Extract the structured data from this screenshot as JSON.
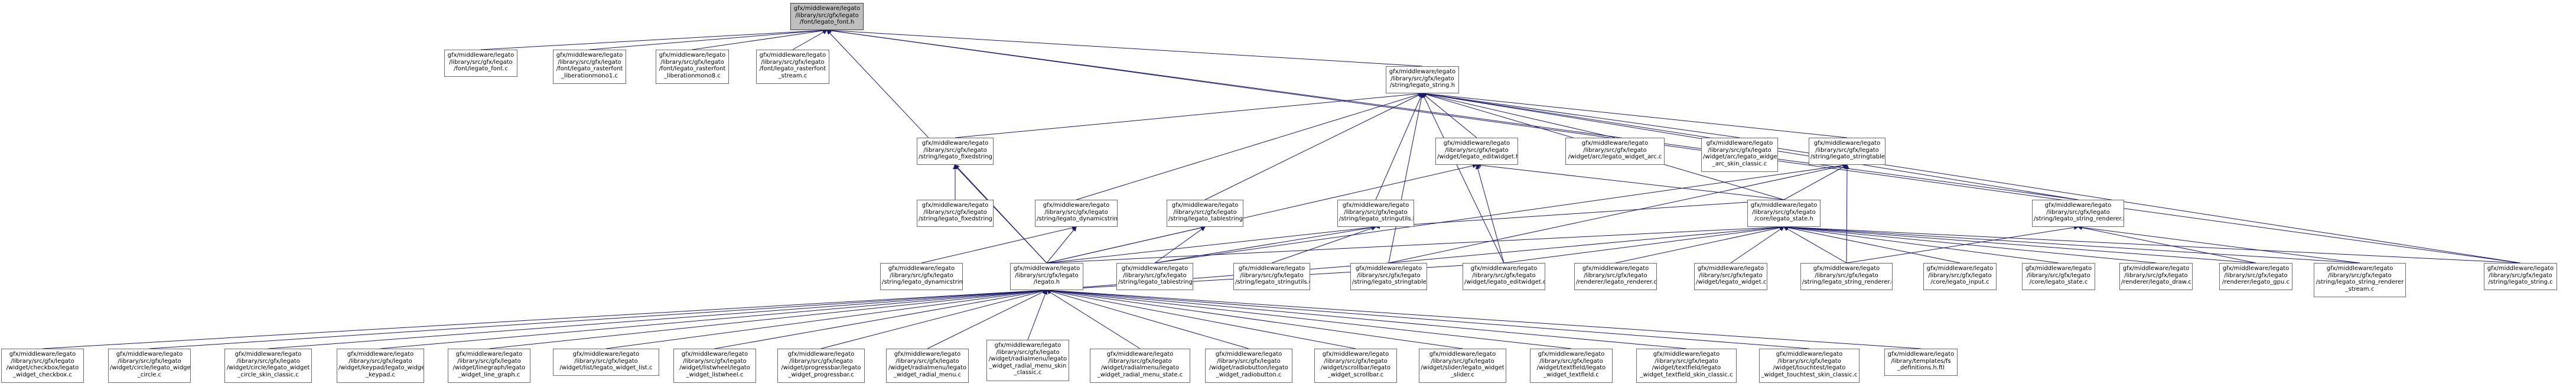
{
  "diagram": {
    "type": "include-dependency-graph",
    "colors": {
      "edge": "#191970",
      "node_border": "#6b6b6b",
      "node_fill": "#ffffff",
      "root_fill": "#bfbfbf"
    },
    "nodes": [
      {
        "id": "font_h",
        "lines": [
          "gfx/middleware/legato",
          "/library/src/gfx/legato",
          "/font/legato_font.h"
        ],
        "root": true
      },
      {
        "id": "font_c",
        "lines": [
          "gfx/middleware/legato",
          "/library/src/gfx/legato",
          "/font/legato_font.c"
        ]
      },
      {
        "id": "rast_libmono",
        "lines": [
          "gfx/middleware/legato",
          "/library/src/gfx/legato",
          "/font/legato_rasterfont",
          "_liberationmono1.c"
        ]
      },
      {
        "id": "rast_libmono8",
        "lines": [
          "gfx/middleware/legato",
          "/library/src/gfx/legato",
          "/font/legato_rasterfont",
          "_liberationmono8.c"
        ]
      },
      {
        "id": "rast_stream",
        "lines": [
          "gfx/middleware/legato",
          "/library/src/gfx/legato",
          "/font/legato_rasterfont",
          "_stream.c"
        ]
      },
      {
        "id": "string_h",
        "lines": [
          "gfx/middleware/legato",
          "/library/src/gfx/legato",
          "/string/legato_string.h"
        ]
      },
      {
        "id": "fixedstring_h",
        "lines": [
          "gfx/middleware/legato",
          "/library/src/gfx/legato",
          "/string/legato_fixedstring.h"
        ]
      },
      {
        "id": "editwidget_h",
        "lines": [
          "gfx/middleware/legato",
          "/library/src/gfx/legato",
          "/widget/legato_editwidget.h"
        ]
      },
      {
        "id": "arc_c",
        "lines": [
          "gfx/middleware/legato",
          "/library/src/gfx/legato",
          "/widget/arc/legato_widget_arc.c"
        ]
      },
      {
        "id": "arc_skin_c",
        "lines": [
          "gfx/middleware/legato",
          "/library/src/gfx/legato",
          "/widget/arc/legato_widget",
          "_arc_skin_classic.c"
        ]
      },
      {
        "id": "stringtable_h",
        "lines": [
          "gfx/middleware/legato",
          "/library/src/gfx/legato",
          "/string/legato_stringtable.h"
        ]
      },
      {
        "id": "fixedstring_c",
        "lines": [
          "gfx/middleware/legato",
          "/library/src/gfx/legato",
          "/string/legato_fixedstring.c"
        ]
      },
      {
        "id": "dynamicstring_h",
        "lines": [
          "gfx/middleware/legato",
          "/library/src/gfx/legato",
          "/string/legato_dynamicstring.h"
        ]
      },
      {
        "id": "tablestring_h",
        "lines": [
          "gfx/middleware/legato",
          "/library/src/gfx/legato",
          "/string/legato_tablestring.h"
        ]
      },
      {
        "id": "stringutils_h",
        "lines": [
          "gfx/middleware/legato",
          "/library/src/gfx/legato",
          "/string/legato_stringutils.h"
        ]
      },
      {
        "id": "state_h",
        "lines": [
          "gfx/middleware/legato",
          "/library/src/gfx/legato",
          "/core/legato_state.h"
        ]
      },
      {
        "id": "string_renderer_h",
        "lines": [
          "gfx/middleware/legato",
          "/library/src/gfx/legato",
          "/string/legato_string_renderer.h"
        ]
      },
      {
        "id": "dynamicstring_c",
        "lines": [
          "gfx/middleware/legato",
          "/library/src/gfx/legato",
          "/string/legato_dynamicstring.c"
        ]
      },
      {
        "id": "legato_h",
        "lines": [
          "gfx/middleware/legato",
          "/library/src/gfx/legato",
          "/legato.h"
        ]
      },
      {
        "id": "tablestring_c",
        "lines": [
          "gfx/middleware/legato",
          "/library/src/gfx/legato",
          "/string/legato_tablestring.c"
        ]
      },
      {
        "id": "stringutils_c",
        "lines": [
          "gfx/middleware/legato",
          "/library/src/gfx/legato",
          "/string/legato_stringutils.c"
        ]
      },
      {
        "id": "stringtable_c",
        "lines": [
          "gfx/middleware/legato",
          "/library/src/gfx/legato",
          "/string/legato_stringtable.c"
        ]
      },
      {
        "id": "editwidget_c",
        "lines": [
          "gfx/middleware/legato",
          "/library/src/gfx/legato",
          "/widget/legato_editwidget.c"
        ]
      },
      {
        "id": "renderer_c",
        "lines": [
          "gfx/middleware/legato",
          "/library/src/gfx/legato",
          "/renderer/legato_renderer.c"
        ]
      },
      {
        "id": "widget_c",
        "lines": [
          "gfx/middleware/legato",
          "/library/src/gfx/legato",
          "/widget/legato_widget.c"
        ]
      },
      {
        "id": "string_renderer_c",
        "lines": [
          "gfx/middleware/legato",
          "/library/src/gfx/legato",
          "/string/legato_string_renderer.c"
        ]
      },
      {
        "id": "input_c",
        "lines": [
          "gfx/middleware/legato",
          "/library/src/gfx/legato",
          "/core/legato_input.c"
        ]
      },
      {
        "id": "state_c",
        "lines": [
          "gfx/middleware/legato",
          "/library/src/gfx/legato",
          "/core/legato_state.c"
        ]
      },
      {
        "id": "draw_c",
        "lines": [
          "gfx/middleware/legato",
          "/library/src/gfx/legato",
          "/renderer/legato_draw.c"
        ]
      },
      {
        "id": "gpu_c",
        "lines": [
          "gfx/middleware/legato",
          "/library/src/gfx/legato",
          "/renderer/legato_gpu.c"
        ]
      },
      {
        "id": "string_renderer_stream_c",
        "lines": [
          "gfx/middleware/legato",
          "/library/src/gfx/legato",
          "/string/legato_string_renderer",
          "_stream.c"
        ]
      },
      {
        "id": "string_c",
        "lines": [
          "gfx/middleware/legato",
          "/library/src/gfx/legato",
          "/string/legato_string.c"
        ]
      },
      {
        "id": "checkbox_c",
        "lines": [
          "gfx/middleware/legato",
          "/library/src/gfx/legato",
          "/widget/checkbox/legato",
          "_widget_checkbox.c"
        ]
      },
      {
        "id": "circle_c",
        "lines": [
          "gfx/middleware/legato",
          "/library/src/gfx/legato",
          "/widget/circle/legato_widget",
          "_circle.c"
        ]
      },
      {
        "id": "circle_skin_c",
        "lines": [
          "gfx/middleware/legato",
          "/library/src/gfx/legato",
          "/widget/circle/legato_widget",
          "_circle_skin_classic.c"
        ]
      },
      {
        "id": "keypad_c",
        "lines": [
          "gfx/middleware/legato",
          "/library/src/gfx/legato",
          "/widget/keypad/legato_widget",
          "_keypad.c"
        ]
      },
      {
        "id": "linegraph_c",
        "lines": [
          "gfx/middleware/legato",
          "/library/src/gfx/legato",
          "/widget/linegraph/legato",
          "_widget_line_graph.c"
        ]
      },
      {
        "id": "list_c",
        "lines": [
          "gfx/middleware/legato",
          "/library/src/gfx/legato",
          "/widget/list/legato_widget_list.c"
        ]
      },
      {
        "id": "listwheel_c",
        "lines": [
          "gfx/middleware/legato",
          "/library/src/gfx/legato",
          "/widget/listwheel/legato",
          "_widget_listwheel.c"
        ]
      },
      {
        "id": "progressbar_c",
        "lines": [
          "gfx/middleware/legato",
          "/library/src/gfx/legato",
          "/widget/progressbar/legato",
          "_widget_progressbar.c"
        ]
      },
      {
        "id": "radialmenu_c",
        "lines": [
          "gfx/middleware/legato",
          "/library/src/gfx/legato",
          "/widget/radialmenu/legato",
          "_widget_radial_menu.c"
        ]
      },
      {
        "id": "radialmenu_skin_c",
        "lines": [
          "gfx/middleware/legato",
          "/library/src/gfx/legato",
          "/widget/radialmenu/legato",
          "_widget_radial_menu_skin",
          "_classic.c"
        ]
      },
      {
        "id": "radialmenu_state_c",
        "lines": [
          "gfx/middleware/legato",
          "/library/src/gfx/legato",
          "/widget/radialmenu/legato",
          "_widget_radial_menu_state.c"
        ]
      },
      {
        "id": "radiobutton_c",
        "lines": [
          "gfx/middleware/legato",
          "/library/src/gfx/legato",
          "/widget/radiobutton/legato",
          "_widget_radiobutton.c"
        ]
      },
      {
        "id": "scrollbar_c",
        "lines": [
          "gfx/middleware/legato",
          "/library/src/gfx/legato",
          "/widget/scrollbar/legato",
          "_widget_scrollbar.c"
        ]
      },
      {
        "id": "slider_c",
        "lines": [
          "gfx/middleware/legato",
          "/library/src/gfx/legato",
          "/widget/slider/legato_widget",
          "_slider.c"
        ]
      },
      {
        "id": "textfield_c",
        "lines": [
          "gfx/middleware/legato",
          "/library/src/gfx/legato",
          "/widget/textfield/legato",
          "_widget_textfield.c"
        ]
      },
      {
        "id": "textfield_skin_c",
        "lines": [
          "gfx/middleware/legato",
          "/library/src/gfx/legato",
          "/widget/textfield/legato",
          "_widget_textfield_skin_classic.c"
        ]
      },
      {
        "id": "touchtest_skin_c",
        "lines": [
          "gfx/middleware/legato",
          "/library/src/gfx/legato",
          "/widget/touchtest/legato",
          "_widget_touchtest_skin_classic.c"
        ]
      },
      {
        "id": "templates_ftl",
        "lines": [
          "gfx/middleware/legato",
          "/library/templates/fs",
          "_definitions.h.ftl"
        ]
      }
    ],
    "edges": [
      [
        "font_c",
        "font_h"
      ],
      [
        "rast_libmono",
        "font_h"
      ],
      [
        "rast_libmono8",
        "font_h"
      ],
      [
        "rast_stream",
        "font_h"
      ],
      [
        "string_h",
        "font_h"
      ],
      [
        "legato_h",
        "font_h"
      ],
      [
        "string_renderer_h",
        "font_h"
      ],
      [
        "string_c",
        "font_h"
      ],
      [
        "fixedstring_h",
        "string_h"
      ],
      [
        "editwidget_h",
        "string_h"
      ],
      [
        "arc_c",
        "string_h"
      ],
      [
        "arc_skin_c",
        "string_h"
      ],
      [
        "stringtable_h",
        "string_h"
      ],
      [
        "dynamicstring_h",
        "string_h"
      ],
      [
        "tablestring_h",
        "string_h"
      ],
      [
        "stringutils_h",
        "string_h"
      ],
      [
        "state_h",
        "string_h"
      ],
      [
        "stringtable_c",
        "string_h"
      ],
      [
        "editwidget_c",
        "string_h"
      ],
      [
        "string_renderer_h",
        "string_h"
      ],
      [
        "string_c",
        "string_h"
      ],
      [
        "fixedstring_c",
        "fixedstring_h"
      ],
      [
        "legato_h",
        "fixedstring_h"
      ],
      [
        "legato_h",
        "editwidget_h"
      ],
      [
        "editwidget_c",
        "editwidget_h"
      ],
      [
        "state_h",
        "editwidget_h"
      ],
      [
        "state_h",
        "stringtable_h"
      ],
      [
        "stringtable_c",
        "stringtable_h"
      ],
      [
        "tablestring_c",
        "stringtable_h"
      ],
      [
        "string_renderer_c",
        "stringtable_h"
      ],
      [
        "dynamicstring_c",
        "dynamicstring_h"
      ],
      [
        "legato_h",
        "dynamicstring_h"
      ],
      [
        "tablestring_c",
        "tablestring_h"
      ],
      [
        "legato_h",
        "tablestring_h"
      ],
      [
        "stringutils_c",
        "stringutils_h"
      ],
      [
        "tablestring_c",
        "stringutils_h"
      ],
      [
        "legato_h",
        "stringutils_h"
      ],
      [
        "state_h",
        "stringutils_h"
      ],
      [
        "legato_h",
        "state_h"
      ],
      [
        "stringtable_c",
        "state_h"
      ],
      [
        "editwidget_c",
        "state_h"
      ],
      [
        "renderer_c",
        "state_h"
      ],
      [
        "widget_c",
        "state_h"
      ],
      [
        "string_renderer_c",
        "state_h"
      ],
      [
        "input_c",
        "state_h"
      ],
      [
        "state_c",
        "state_h"
      ],
      [
        "draw_c",
        "state_h"
      ],
      [
        "gpu_c",
        "state_h"
      ],
      [
        "string_renderer_stream_c",
        "state_h"
      ],
      [
        "string_c",
        "state_h"
      ],
      [
        "string_renderer_c",
        "string_renderer_h"
      ],
      [
        "string_renderer_stream_c",
        "string_renderer_h"
      ],
      [
        "gpu_c",
        "string_renderer_h"
      ],
      [
        "checkbox_c",
        "legato_h"
      ],
      [
        "circle_c",
        "legato_h"
      ],
      [
        "circle_skin_c",
        "legato_h"
      ],
      [
        "keypad_c",
        "legato_h"
      ],
      [
        "linegraph_c",
        "legato_h"
      ],
      [
        "list_c",
        "legato_h"
      ],
      [
        "listwheel_c",
        "legato_h"
      ],
      [
        "progressbar_c",
        "legato_h"
      ],
      [
        "radialmenu_c",
        "legato_h"
      ],
      [
        "radialmenu_skin_c",
        "legato_h"
      ],
      [
        "radialmenu_state_c",
        "legato_h"
      ],
      [
        "radiobutton_c",
        "legato_h"
      ],
      [
        "scrollbar_c",
        "legato_h"
      ],
      [
        "slider_c",
        "legato_h"
      ],
      [
        "textfield_c",
        "legato_h"
      ],
      [
        "textfield_skin_c",
        "legato_h"
      ],
      [
        "touchtest_skin_c",
        "legato_h"
      ],
      [
        "templates_ftl",
        "legato_h"
      ],
      [
        "stringtable_c",
        "legato_h"
      ],
      [
        "editwidget_c",
        "legato_h"
      ]
    ]
  }
}
